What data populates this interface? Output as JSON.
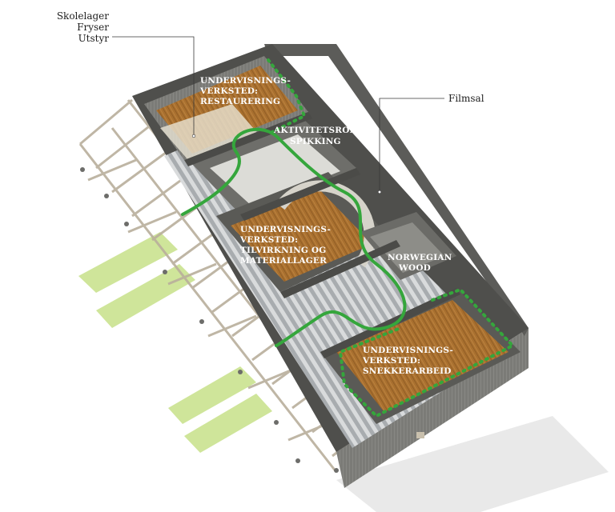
{
  "legend": {
    "lines": [
      "Skolelager",
      "Fryser",
      "Utstyr"
    ]
  },
  "callouts": {
    "filmsal": "Filmsal"
  },
  "rooms": {
    "restaurering": [
      "UNDERVISNINGS-",
      "VERKSTED:",
      "RESTAURERING"
    ],
    "spikking": [
      "AKTIVITETSROM",
      "SPIKKING"
    ],
    "tilvirkning": [
      "UNDERVISNINGS-",
      "VERKSTED:",
      "TILVIRKNING OG",
      "MATERIALLAGER"
    ],
    "norwegian_wood": [
      "NORWEGIAN",
      "WOOD"
    ],
    "snekkerarbeid": [
      "UNDERVISNINGS-",
      "VERKSTED:",
      "SNEKKERARBEID"
    ]
  },
  "colors": {
    "path_green": "#35a63c",
    "wood_floor": "#a9702f",
    "wall_grey": "#8a8a86",
    "roof_frame": "#c9c0ad",
    "grass": "#cfe59a"
  }
}
